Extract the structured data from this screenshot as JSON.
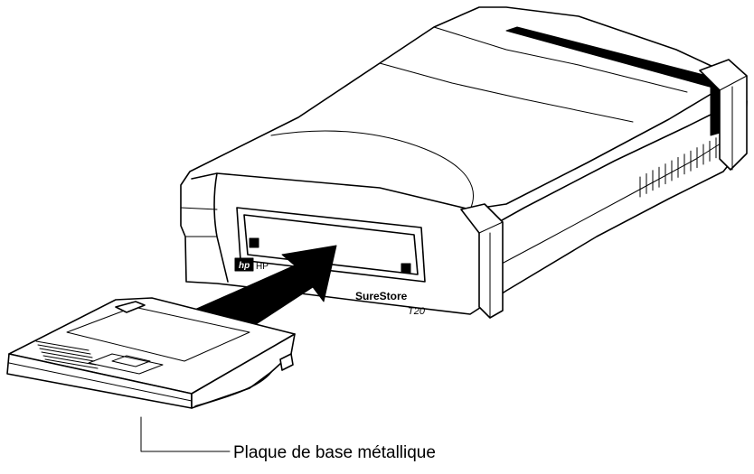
{
  "callout": {
    "label": "Plaque de base métallique"
  },
  "drive": {
    "model_brand": "SureStore",
    "model_number": "T20",
    "logo_text": "hp",
    "logo_wordmark": "HP"
  },
  "colors": {
    "ink": "#000000",
    "paper": "#ffffff"
  }
}
